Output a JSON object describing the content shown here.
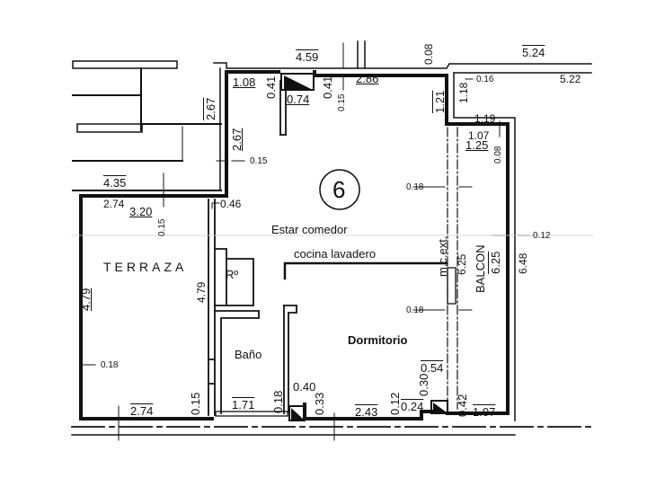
{
  "plan": {
    "unit_number": "6",
    "rooms": {
      "estar": "Estar comedor",
      "cocina": "cocina lavadero",
      "terraza": "TERRAZA",
      "bano": "Baño",
      "dormitorio": "Dormitorio",
      "balcon": "BALCON",
      "ropero": "Rº",
      "muro_ext": "m.c.ext."
    },
    "dimensions": {
      "top_459": "4.59",
      "top_524": "5.24",
      "top_522": "5.22",
      "top_008": "0.08",
      "top_108": "1.08",
      "top_041a": "0.41",
      "top_074": "0.74",
      "top_041b": "0.41",
      "top_015": "0.15",
      "top_286": "2.86",
      "top_121": "1.21",
      "top_118": "1.18",
      "top_016": "0.16",
      "top_119": "1.19",
      "top_107": "1.07",
      "top_125": "1.25",
      "top_008b": "0.08",
      "left_267a": "2.67",
      "left_267b": "2.67",
      "left_015": "0.15",
      "left_435": "4.35",
      "left_274": "2.74",
      "left_320": "3.20",
      "left_015b": "0.15",
      "left_046": "0.46",
      "left_479a": "4.79",
      "left_479b": "4.79",
      "left_018": "0.18",
      "bot_274": "2.74",
      "bot_015": "0.15",
      "bot_171": "1.71",
      "bot_018": "0.18",
      "bot_040": "0.40",
      "bot_033": "0.33",
      "bot_243": "2.43",
      "bot_012": "0.12",
      "bot_024": "0.24",
      "bot_030": "0.30",
      "bot_054": "0.54",
      "bot_042": "0.42",
      "bot_107": "1.07",
      "mid_018a": "0.18",
      "mid_018b": "0.18",
      "mid_625a": "6.25",
      "mid_625b": "6.25",
      "mid_648": "6.48",
      "mid_012": "0.12"
    }
  }
}
